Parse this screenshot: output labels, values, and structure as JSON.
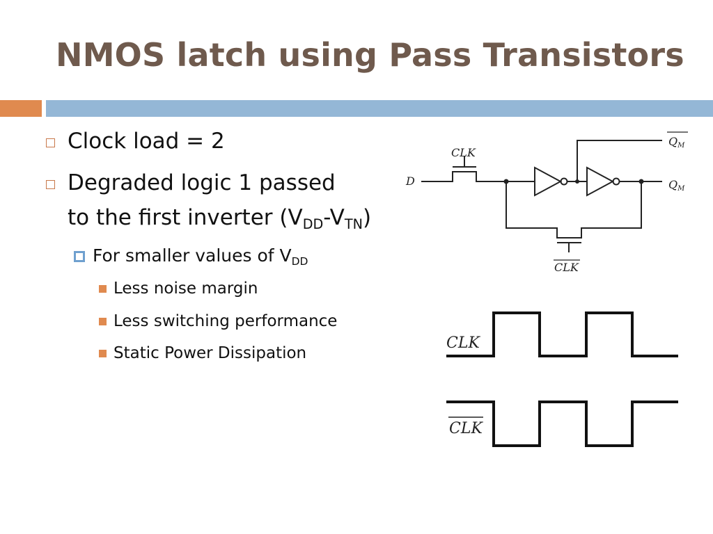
{
  "slide": {
    "title": "NMOS latch using Pass Transistors"
  },
  "bullets": {
    "b1": "Clock load = 2",
    "b2_line1": "Degraded logic 1 passed",
    "b2_line2_prefix": "to the first inverter (V",
    "b2_sub1": "DD",
    "b2_mid": "-V",
    "b2_sub2": "TN",
    "b2_suffix": ")",
    "sub1_prefix": "For smaller values of V",
    "sub1_sub": "DD",
    "sub_items": [
      "Less noise margin",
      "Less switching performance",
      "Static Power Dissipation"
    ]
  },
  "circuit": {
    "clk_label": "CLK",
    "clkbar_label": "CLK",
    "d_label": "D",
    "qm_label": "Q",
    "qm_sub": "M",
    "qmbar_label": "Q",
    "qmbar_sub": "M"
  },
  "waveforms": {
    "clk_label": "CLK",
    "clkbar_label": "CLK"
  },
  "colors": {
    "title": "#6f5a4d",
    "accent_orange": "#e08a4f",
    "accent_blue": "#94b7d6"
  }
}
